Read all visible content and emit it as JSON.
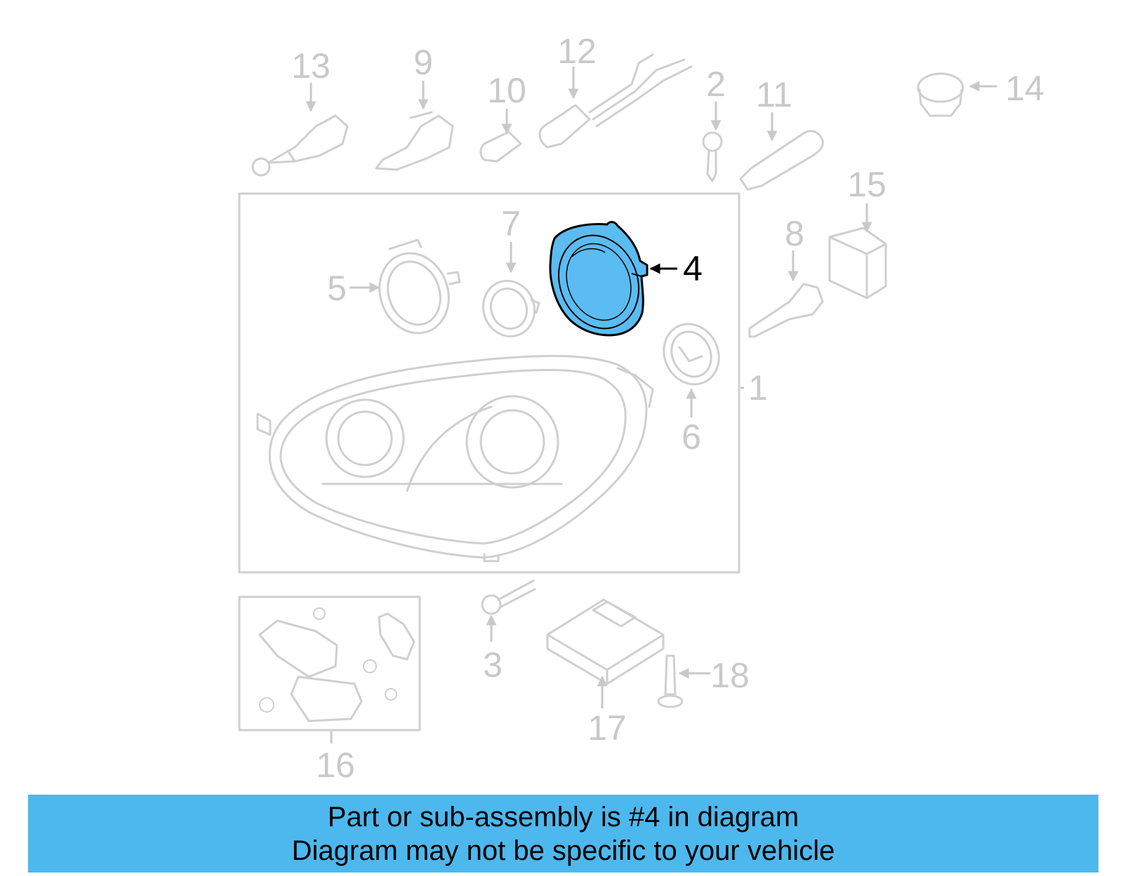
{
  "colors": {
    "line_art": "#cfcfcf",
    "highlight_fill": "#5bbcf2",
    "highlight_stroke": "#000000",
    "banner": "#4db8ee"
  },
  "callouts": {
    "c1": "1",
    "c2": "2",
    "c3": "3",
    "c4": "4",
    "c5": "5",
    "c6": "6",
    "c7": "7",
    "c8": "8",
    "c9": "9",
    "c10": "10",
    "c11": "11",
    "c12": "12",
    "c13": "13",
    "c14": "14",
    "c15": "15",
    "c16": "16",
    "c17": "17",
    "c18": "18"
  },
  "highlighted_part": "4",
  "banner": {
    "line1": "Part or sub-assembly is #4 in diagram",
    "line2": "Diagram may not be specific to your vehicle"
  }
}
